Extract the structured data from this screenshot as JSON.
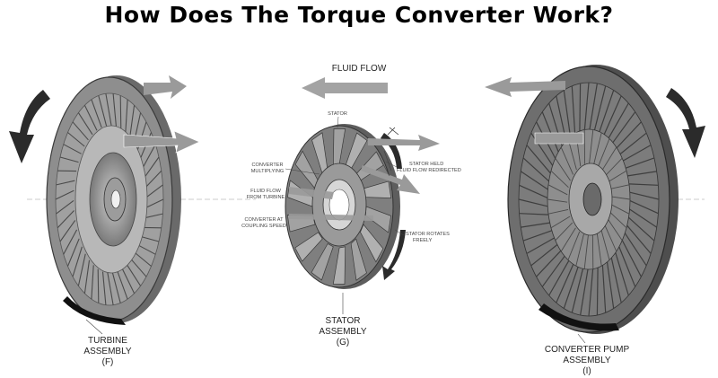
{
  "title": "How Does The Torque Converter Work?",
  "labels": {
    "fluid_flow": "FLUID FLOW",
    "stator": "STATOR",
    "stator_held_1": "STATOR HELD",
    "stator_held_2": "FLUID FLOW REDIRECTED",
    "converter_mult_1": "CONVERTER",
    "converter_mult_2": "MULTIPLYING",
    "fluid_turbine_1": "FLUID FLOW",
    "fluid_turbine_2": "FROM TURBINE",
    "coupling_1": "CONVERTER AT",
    "coupling_2": "COUPLING SPEED",
    "rotates_1": "STATOR ROTATES",
    "rotates_2": "FREELY"
  },
  "captions": {
    "turbine": [
      "TURBINE",
      "ASSEMBLY",
      "(F)"
    ],
    "stator": [
      "STATOR",
      "ASSEMBLY",
      "(G)"
    ],
    "pump": [
      "CONVERTER PUMP",
      "ASSEMBLY",
      "(I)"
    ]
  },
  "colors": {
    "wheel_fill": "#8a8a8a",
    "wheel_dark": "#5e5e5e",
    "wheel_light": "#b4b4b4",
    "arrow_fill": "#9a9a9a",
    "rotation_arrow": "#2b2b2b"
  }
}
